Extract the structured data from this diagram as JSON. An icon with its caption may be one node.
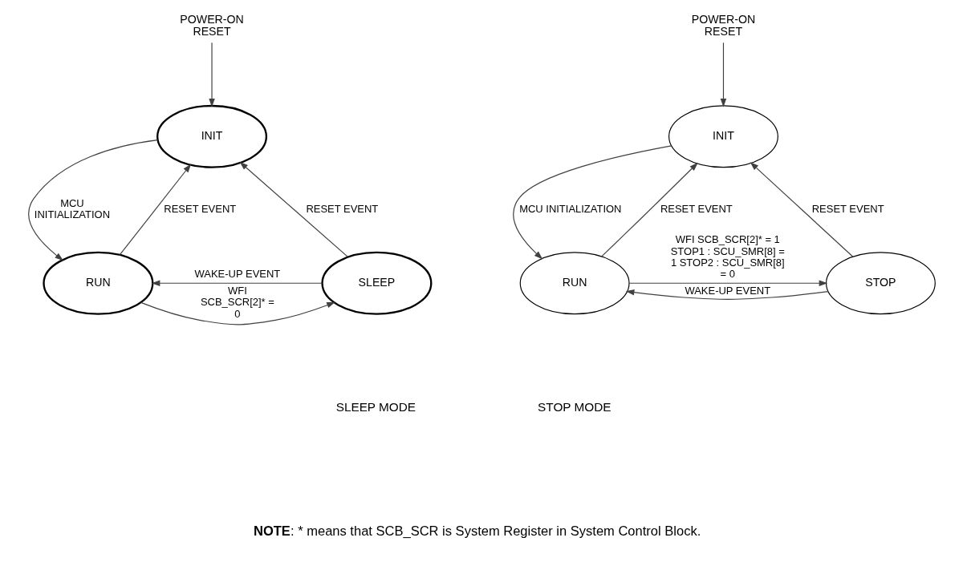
{
  "diagram": {
    "nodes": [
      {
        "text": [
          "POWER-ON RESET"
        ]
      },
      {
        "text": [
          "INIT"
        ]
      },
      {
        "text": [
          "SLEEP"
        ]
      },
      {
        "text": [
          "RUN"
        ]
      },
      {
        "text": [
          "POWER-ON RESET"
        ]
      },
      {
        "text": [
          "INIT"
        ]
      },
      {
        "text": [
          "STOP"
        ]
      },
      {
        "text": [
          "RUN"
        ]
      }
    ],
    "edges": [
      {
        "from": 0,
        "to": 1,
        "arrow": "to"
      },
      {
        "from": 2,
        "to": 1,
        "arrow": "to",
        "label": "RESET EVENT"
      },
      {
        "from": 1,
        "to": 3,
        "arrow": "to",
        "label": "MCU INITIALIZATION"
      },
      {
        "from": 3,
        "to": 1,
        "arrow": "to",
        "label": "RESET EVENT"
      },
      {
        "from": 2,
        "to": 3,
        "arrow": "to",
        "label": "WAKE-UP EVENT"
      },
      {
        "from": 3,
        "to": 2,
        "arrow": "to",
        "label": "WFI SCB_SCR[2]* = 0"
      },
      {
        "from": 4,
        "to": 5,
        "arrow": "to"
      },
      {
        "from": 6,
        "to": 5,
        "arrow": "to",
        "label": "RESET EVENT"
      },
      {
        "from": 5,
        "to": 7,
        "arrow": "to",
        "label": "MCU INITIALIZATION"
      },
      {
        "from": 7,
        "to": 5,
        "arrow": "to",
        "label": "RESET EVENT"
      },
      {
        "from": 6,
        "to": 7,
        "arrow": "to",
        "label": "WAKE-UP EVENT"
      },
      {
        "from": 7,
        "to": 6,
        "arrow": "to",
        "label": "WFI SCB_SCR[2]* = 1 STOP1 : SCU_SMR[8] = 1 STOP2 : SCU_SMR[8] = 0"
      }
    ],
    "labels": [
      "SLEEP MODE",
      "STOP MODE",
      "**NOTE**: * means that SCB_SCR is System Register in System Control Block."
    ]
  }
}
